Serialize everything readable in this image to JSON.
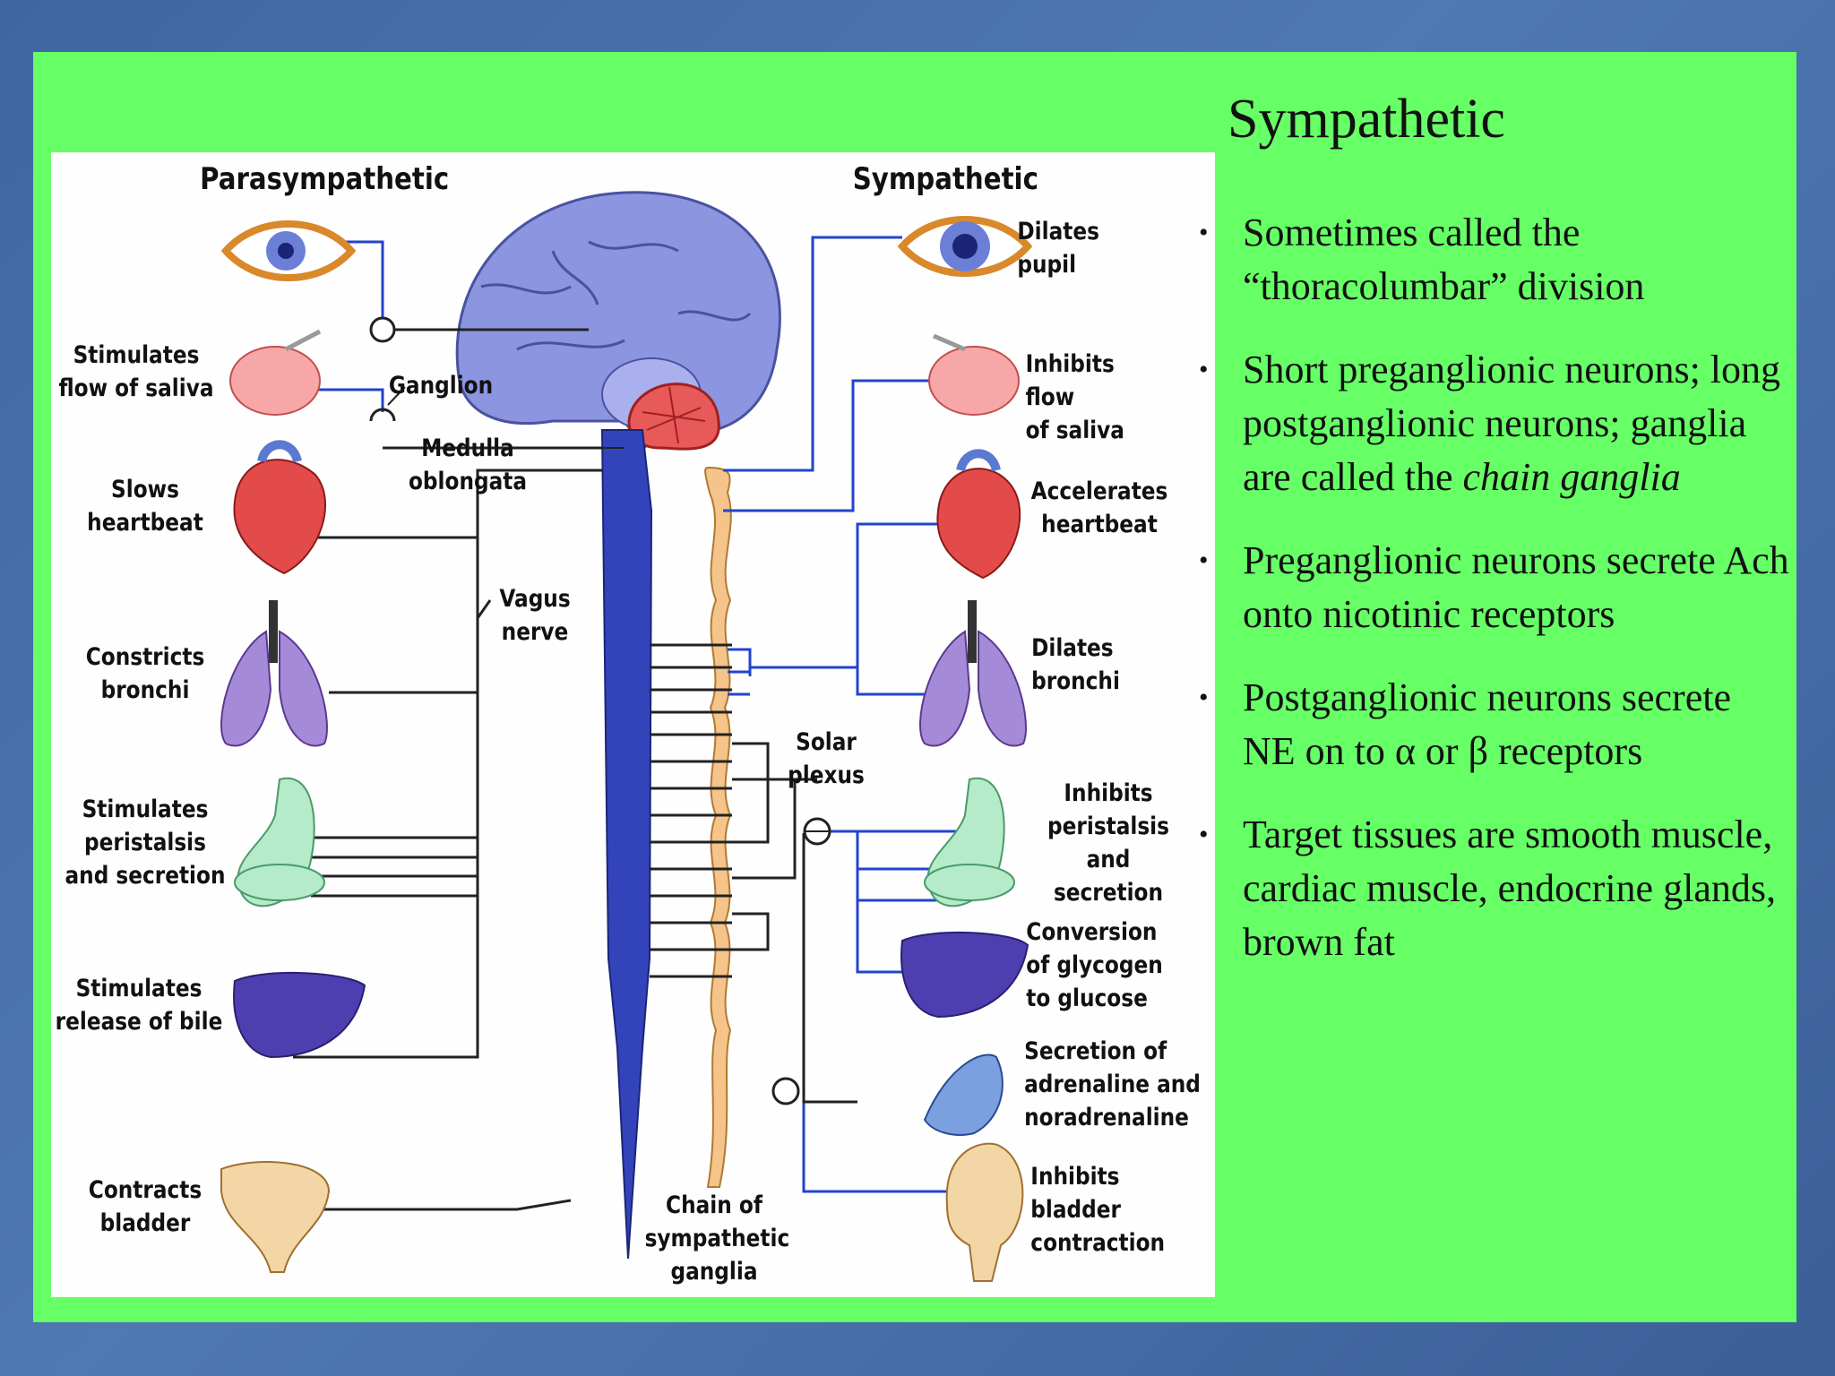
{
  "slide": {
    "title": "Sympathetic",
    "bullets": [
      {
        "text": "Sometimes called the “thoracolumbar” division"
      },
      {
        "text": "Short preganglionic neurons; long postganglionic neurons; ganglia are called the ",
        "em": "chain ganglia"
      },
      {
        "text": "Preganglionic neurons secrete Ach onto nicotinic receptors"
      },
      {
        "text": "Postganglionic neurons secrete NE on to α or β receptors"
      },
      {
        "text": "Target tissues are smooth muscle, cardiac muscle, endocrine glands, brown fat"
      }
    ]
  },
  "figure": {
    "parasympathetic_heading": "Parasympathetic",
    "sympathetic_heading": "Sympathetic",
    "labels": {
      "ganglion": "Ganglion",
      "medulla": "Medulla oblongata",
      "vagus": "Vagus\nnerve",
      "solar_plexus": "Solar\nplexus",
      "chain": "Chain of\nsympathetic\nganglia"
    },
    "para_effects": [
      "Stimulates\nflow of saliva",
      "Slows\nheartbeat",
      "Constricts\nbronchi",
      "Stimulates\nperistalsis\nand secretion",
      "Stimulates\nrelease of bile",
      "Contracts\nbladder"
    ],
    "symp_effects": [
      "Dilates\npupil",
      "Inhibits flow\nof saliva",
      "Accelerates\nheartbeat",
      "Dilates\nbronchi",
      "Inhibits\nperistalsis\nand secretion",
      "Conversion\nof glycogen\nto glucose",
      "Secretion of\nadrenaline and\nnoradrenaline",
      "Inhibits\nbladder\ncontraction"
    ],
    "colors": {
      "slide_background": "#4f79b3",
      "panel": "#66ff66",
      "brain": "#8c95e0",
      "cerebellum": "#e85a5a",
      "spinal_cord": "#3344bb",
      "chain": "#f4c48a",
      "nerve_para": "#222222",
      "nerve_symp": "#2244cc"
    }
  }
}
